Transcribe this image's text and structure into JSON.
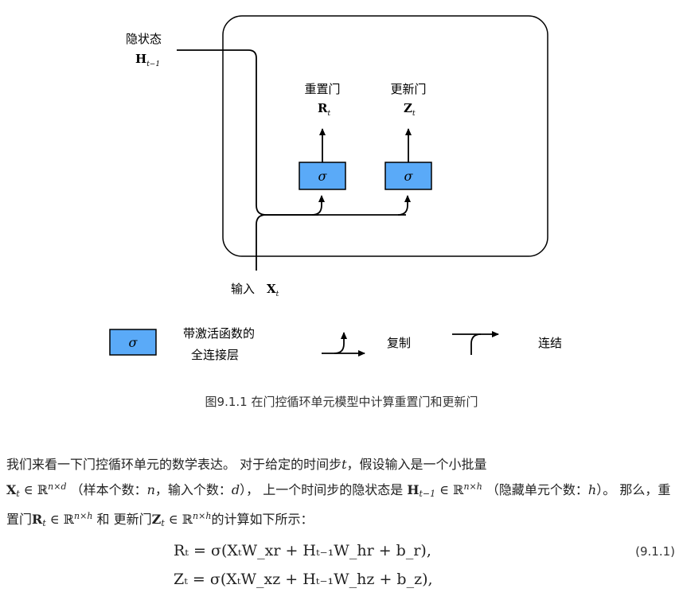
{
  "diagram": {
    "hidden_state_label": "隐状态",
    "hidden_state_symbol": "H",
    "hidden_state_sub": "t−1",
    "reset_gate_label": "重置门",
    "reset_gate_symbol": "R",
    "reset_gate_sub": "t",
    "update_gate_label": "更新门",
    "update_gate_symbol": "Z",
    "update_gate_sub": "t",
    "sigma": "σ",
    "input_label": "输入",
    "input_symbol": "X",
    "input_sub": "t",
    "box_fill": "#5aaaf8",
    "legend": {
      "fc_label_line1": "带激活函数的",
      "fc_label_line2": "全连接层",
      "copy_label": "复制",
      "concat_label": "连结"
    }
  },
  "caption": "图9.1.1  在门控循环单元模型中计算重置门和更新门",
  "paragraph": {
    "p1": "我们来看一下门控循环单元的数学表达。 对于给定的时间步",
    "t": "t",
    "p2": "，假设输入是一个小批量",
    "X": "X",
    "X_sub": "t",
    "in": " ∈ ℝ",
    "X_sup": "n×d",
    "p3": " （样本个数：",
    "n": "n",
    "p4": "，输入个数：",
    "d": "d",
    "p5": "）， 上一个时间步的隐状态是 ",
    "H": "H",
    "H_sub": "t−1",
    "in2": " ∈ ℝ",
    "H_sup": "n×h",
    "p6": " （隐藏单元个数：",
    "h": "h",
    "p7": "）。 那么，重置门",
    "R": "R",
    "R_sub": "t",
    "in3": " ∈ ℝ",
    "R_sup": "n×h",
    "p8": " 和 更新门",
    "Z": "Z",
    "Z_sub": "t",
    "in4": " ∈ ℝ",
    "Z_sup": "n×h",
    "p9": "的计算如下所示："
  },
  "equations": {
    "eq1": "Rₜ = σ(XₜW_xr + Hₜ₋₁W_hr + b_r),",
    "eq2": "Zₜ = σ(XₜW_xz + Hₜ₋₁W_hz + b_z),",
    "number": "(9.1.1)"
  }
}
